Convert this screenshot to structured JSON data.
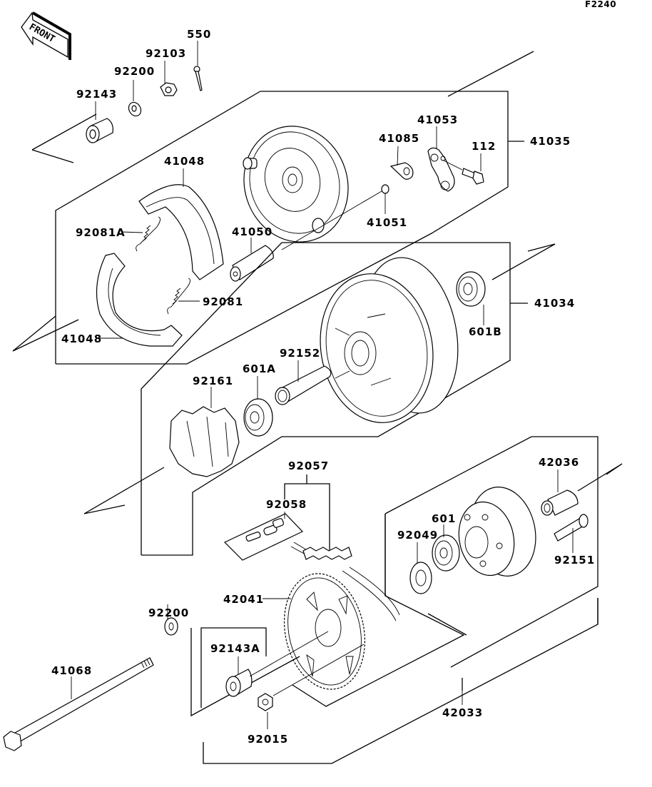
{
  "diagram": {
    "figure_code": "F2240",
    "direction_indicator": "FRONT",
    "title": "Rear Wheel / Brake / Chain exploded parts diagram",
    "groups": [
      {
        "id": "41035",
        "label": "41035",
        "members": [
          "41048",
          "92081A",
          "41050",
          "41051",
          "41085",
          "41053",
          "112",
          "92081"
        ]
      },
      {
        "id": "41034",
        "label": "41034",
        "members": [
          "601B",
          "92152",
          "601A",
          "92161"
        ]
      },
      {
        "id": "42033",
        "label": "42033",
        "members": [
          "42036",
          "92151",
          "601",
          "92049",
          "42041",
          "92143A",
          "92015"
        ]
      },
      {
        "id": "92057",
        "label": "92057",
        "members": [
          "92058"
        ]
      }
    ],
    "callouts": [
      {
        "id": "550",
        "label": "550"
      },
      {
        "id": "92103",
        "label": "92103"
      },
      {
        "id": "92200-top",
        "label": "92200"
      },
      {
        "id": "92143",
        "label": "92143"
      },
      {
        "id": "41053",
        "label": "41053"
      },
      {
        "id": "41085",
        "label": "41085"
      },
      {
        "id": "112",
        "label": "112"
      },
      {
        "id": "41035",
        "label": "41035"
      },
      {
        "id": "41048-top",
        "label": "41048"
      },
      {
        "id": "92081A",
        "label": "92081A"
      },
      {
        "id": "41050",
        "label": "41050"
      },
      {
        "id": "41051",
        "label": "41051"
      },
      {
        "id": "92081",
        "label": "92081"
      },
      {
        "id": "41048-bottom",
        "label": "41048"
      },
      {
        "id": "41034",
        "label": "41034"
      },
      {
        "id": "601B",
        "label": "601B"
      },
      {
        "id": "92152",
        "label": "92152"
      },
      {
        "id": "601A",
        "label": "601A"
      },
      {
        "id": "92161",
        "label": "92161"
      },
      {
        "id": "92057",
        "label": "92057"
      },
      {
        "id": "92058",
        "label": "92058"
      },
      {
        "id": "42036",
        "label": "42036"
      },
      {
        "id": "601",
        "label": "601"
      },
      {
        "id": "92049",
        "label": "92049"
      },
      {
        "id": "92151",
        "label": "92151"
      },
      {
        "id": "42041",
        "label": "42041"
      },
      {
        "id": "92200-bottom",
        "label": "92200"
      },
      {
        "id": "92143A",
        "label": "92143A"
      },
      {
        "id": "41068",
        "label": "41068"
      },
      {
        "id": "92015",
        "label": "92015"
      },
      {
        "id": "42033",
        "label": "42033"
      }
    ]
  }
}
